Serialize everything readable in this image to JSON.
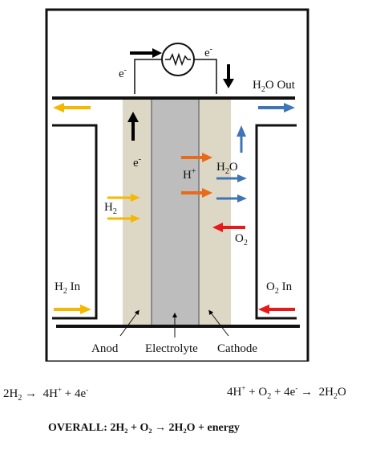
{
  "labels": {
    "h2o_out": "Out",
    "h2_in": "In",
    "o2_in": "In",
    "anod": "Anod",
    "electrolyte": "Electrolyte",
    "cathode": "Cathode",
    "electron": "e",
    "proton": "H",
    "h2o": "O",
    "h2": "H",
    "o2": "O"
  },
  "equations": {
    "left_reactant": "2H",
    "left_products": "4H",
    "left_electrons": "+ 4e",
    "right_reactants": "4H",
    "right_o2": "+ O",
    "right_electrons": "+ 4e",
    "right_product": "2H",
    "right_product_o": "O",
    "overall": "OVERALL:  2H₂ + O₂ → 2H₂O + energy"
  },
  "colors": {
    "hydrogen": "#f5b800",
    "oxygen": "#e8191b",
    "water": "#3f74b6",
    "proton": "#e86a1a",
    "electron": "#000000",
    "electrode": "#ddd8c6",
    "electrolyte": "#bdbdbd"
  }
}
